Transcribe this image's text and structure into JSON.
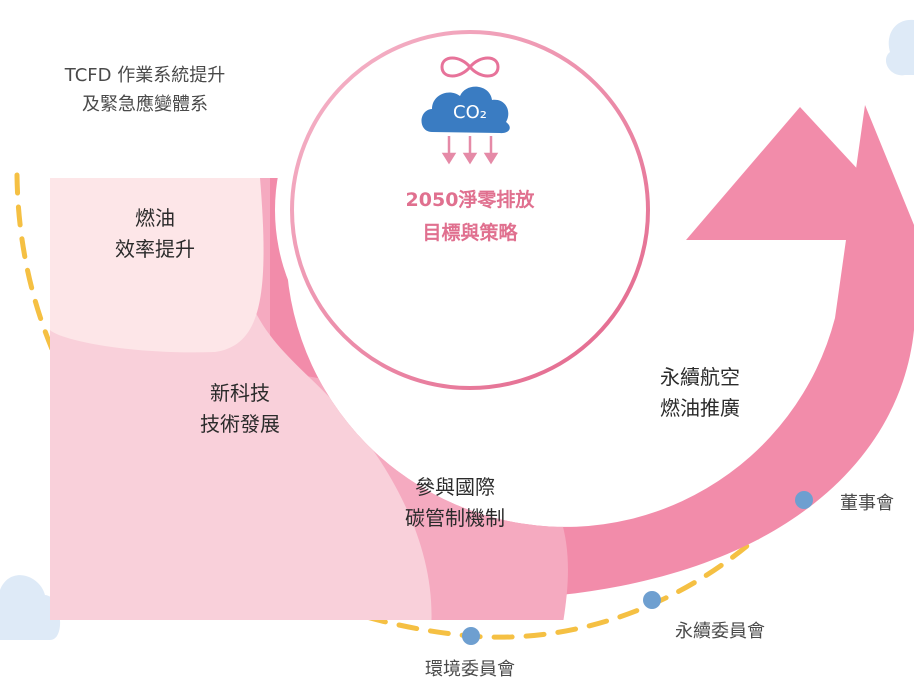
{
  "center": {
    "co2_label": "CO₂",
    "title_line1": "2050淨零排放",
    "title_line2": "目標與策略",
    "title_color": "#e0708f"
  },
  "top_left_label": {
    "line1": "TCFD 作業系統提升",
    "line2": "及緊急應變體系"
  },
  "segments": [
    {
      "line1": "燃油",
      "line2": "效率提升",
      "color": "#fde6e8"
    },
    {
      "line1": "新科技",
      "line2": "技術發展",
      "color": "#f9d0da"
    },
    {
      "line1": "參與國際",
      "line2": "碳管制機制",
      "color": "#f5aac0"
    },
    {
      "line1": "永續航空",
      "line2": "燃油推廣",
      "color": "#f28caa"
    }
  ],
  "governance_nodes": [
    {
      "label": "環境委員會"
    },
    {
      "label": "永續委員會"
    },
    {
      "label": "董事會"
    }
  ],
  "colors": {
    "dashed_track": "#f5c043",
    "node_dot": "#6e9fd0",
    "cloud_icon": "#3a7cc2",
    "infinity_icon": "#e7739a",
    "arrows_icon": "#e58aa7",
    "light_cloud": "#deeaf7"
  },
  "icons": [
    "infinity-icon",
    "co2-cloud-icon",
    "down-arrows-icon"
  ]
}
